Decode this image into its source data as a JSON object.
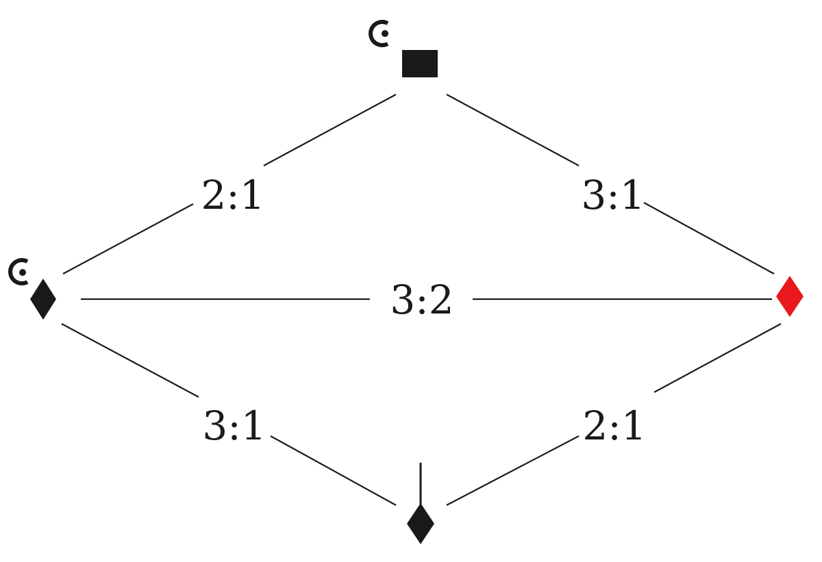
{
  "diagram": {
    "edges": [
      {
        "from": "top-square",
        "to": "left-diamond",
        "label": "2:1"
      },
      {
        "from": "top-square",
        "to": "right-diamond",
        "label": "3:1"
      },
      {
        "from": "left-diamond",
        "to": "right-diamond",
        "label": "3:2"
      },
      {
        "from": "left-diamond",
        "to": "bottom-diamond",
        "label": "3:1"
      },
      {
        "from": "right-diamond",
        "to": "bottom-diamond",
        "label": "2:1"
      }
    ],
    "nodes": {
      "top": {
        "shape": "square",
        "color": "#1a1a1a",
        "marker": "fermata"
      },
      "left": {
        "shape": "diamond",
        "color": "#1a1a1a",
        "marker": "fermata"
      },
      "right": {
        "shape": "diamond",
        "color": "#e8181d"
      },
      "bottom": {
        "shape": "diamond",
        "color": "#1a1a1a",
        "marker": "stem"
      }
    }
  }
}
